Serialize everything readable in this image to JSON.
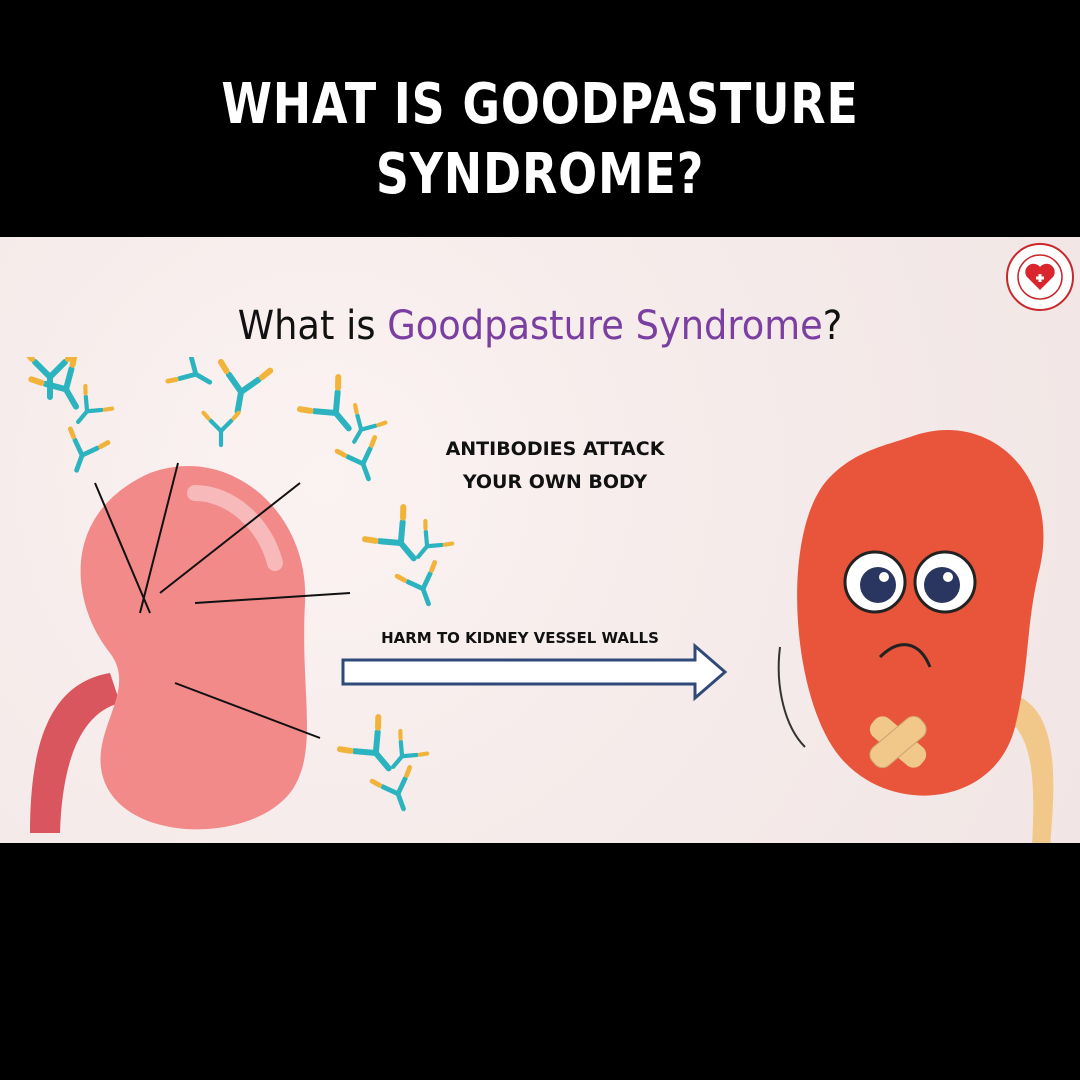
{
  "headline": {
    "line1": "WHAT IS GOODPASTURE",
    "line2": "SYNDROME?"
  },
  "slide": {
    "title_prefix": "What is ",
    "title_highlight": "Goodpasture Syndrome",
    "title_suffix": "?",
    "label_antibodies_1": "ANTIBODIES ATTACK",
    "label_antibodies_2": "YOUR OWN BODY",
    "label_harm": "HARM TO KIDNEY VESSEL WALLS"
  },
  "colors": {
    "accent": "#7a3fa0",
    "kidney_left": "#f28a8a",
    "kidney_right": "#e8553a",
    "antibody": "#2bb3c0",
    "antibody_tip": "#f2b33a",
    "arrow": "#2f4a7a"
  }
}
